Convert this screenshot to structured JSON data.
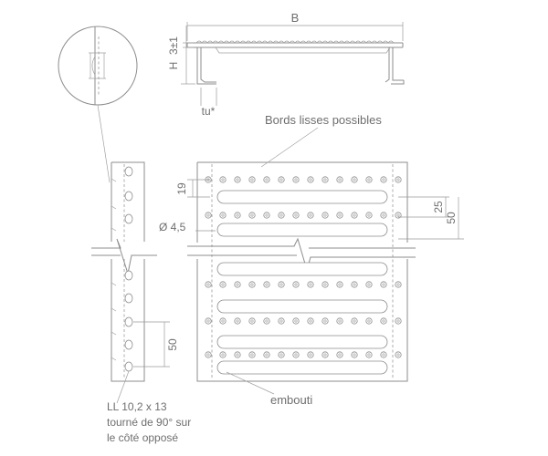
{
  "dimensions": {
    "width": "B",
    "height": "H",
    "tolerance": "3±1",
    "thickness": "tu*",
    "slot_pitch": "19",
    "hole_diameter": "Ø 4,5",
    "spacing_25": "25",
    "spacing_50": "50",
    "side_pitch": "50"
  },
  "labels": {
    "edges": "Bords lisses possibles",
    "pressed": "embouti",
    "hole_note": [
      "LL 10,2 x 13",
      "tourné de 90° sur",
      "le côté opposé"
    ]
  }
}
